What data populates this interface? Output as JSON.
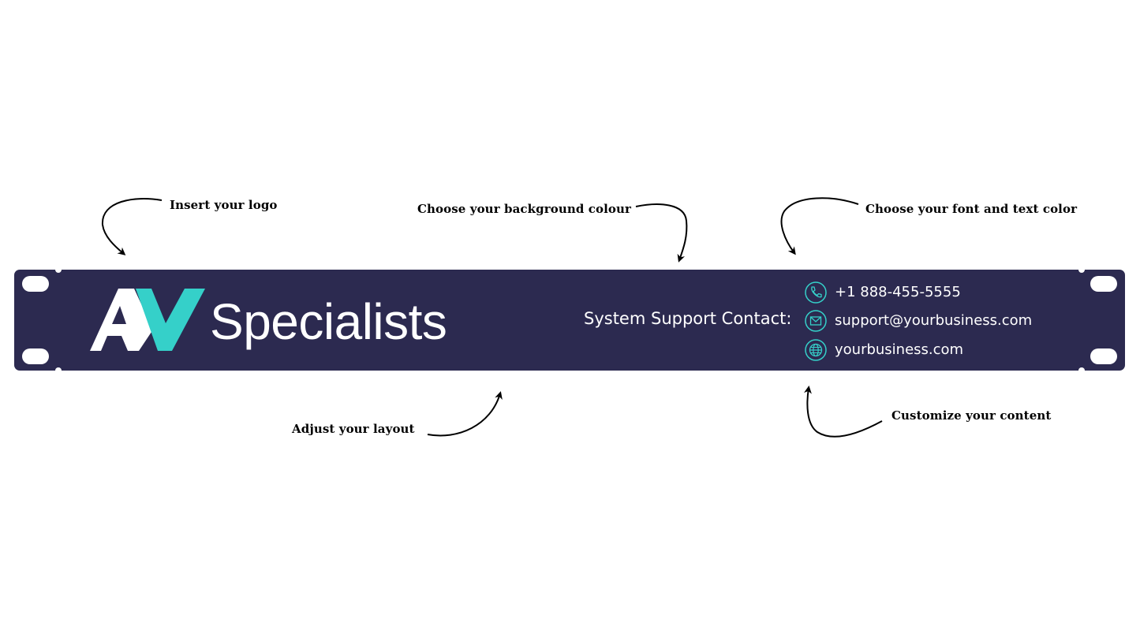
{
  "colors": {
    "panel_background": "#2c2a50",
    "accent": "#35d0c9",
    "text": "#ffffff",
    "callout_text": "#000000"
  },
  "callouts": {
    "logo": "Insert your logo",
    "background": "Choose your background colour",
    "font": "Choose your font and text color",
    "layout": "Adjust your layout",
    "content": "Customize your content"
  },
  "panel": {
    "logo_text": "Specialists",
    "logo_icon": "av-logo-icon",
    "support_label": "System Support Contact:",
    "contacts": [
      {
        "icon": "phone-icon",
        "text": "+1 888-455-5555"
      },
      {
        "icon": "mail-icon",
        "text": "support@yourbusiness.com"
      },
      {
        "icon": "globe-icon",
        "text": "yourbusiness.com"
      }
    ]
  }
}
